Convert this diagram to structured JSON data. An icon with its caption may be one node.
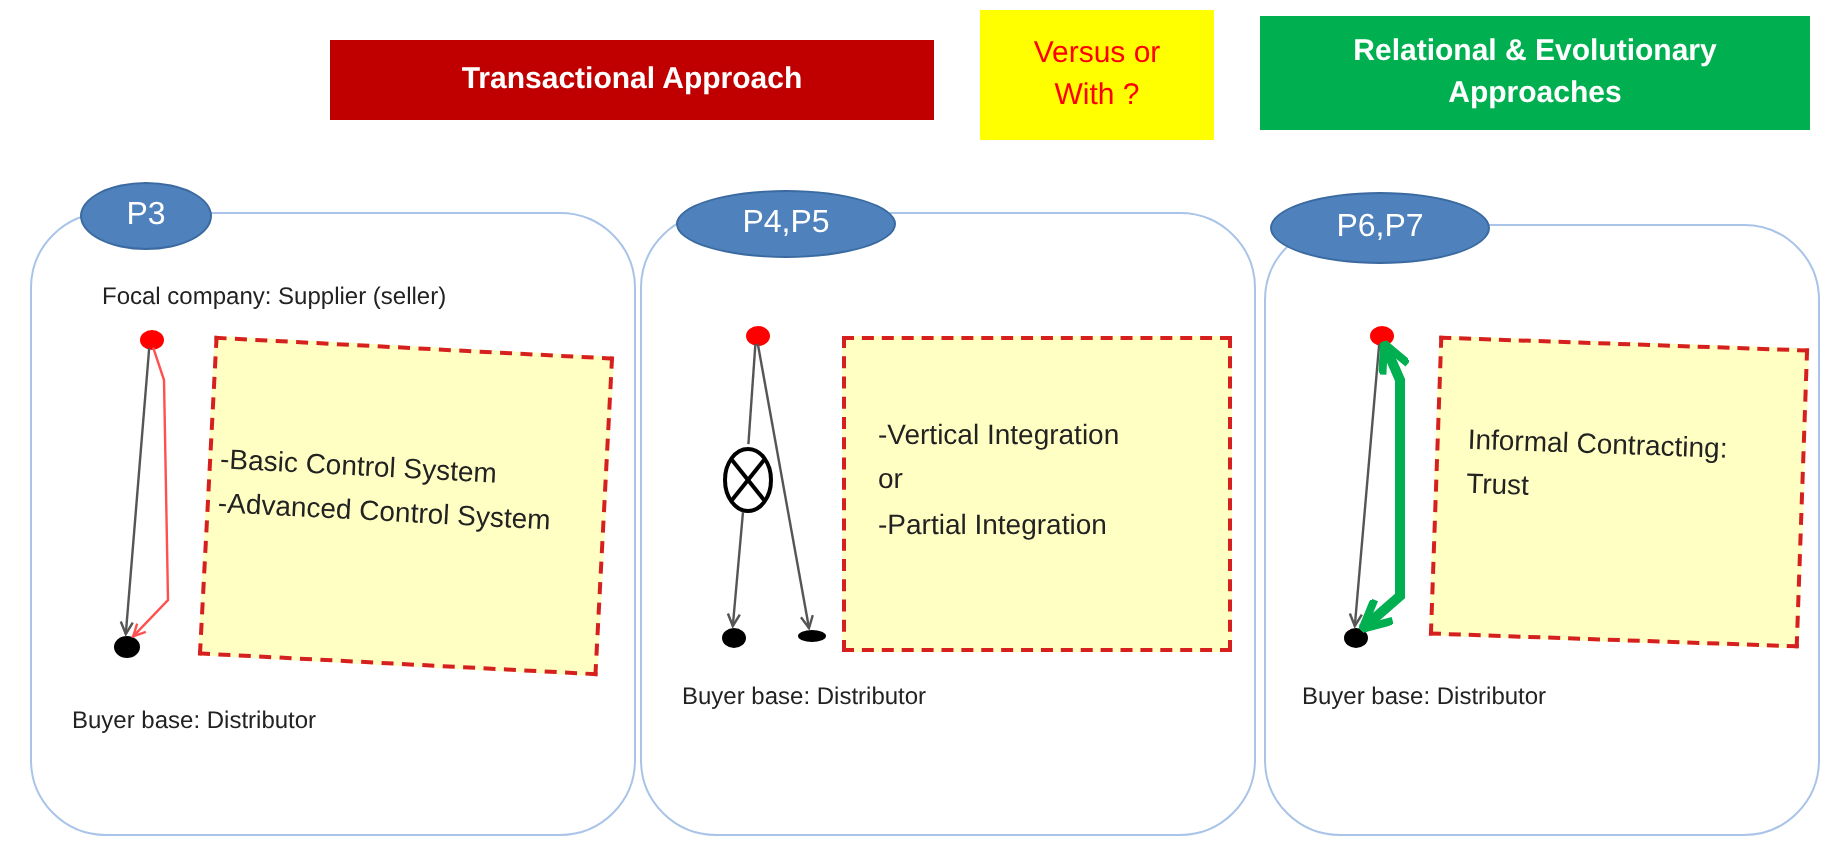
{
  "diagram": {
    "nodes": [
      {
        "text": [
          "Transactional Approach"
        ]
      },
      {
        "text": [
          "Versus or With ?"
        ]
      },
      {
        "text": [
          "Relational & Evolutionary Approaches"
        ]
      },
      {
        "text": [],
        "shape": "box"
      },
      {
        "text": [
          "P3"
        ]
      },
      {
        "text": [],
        "shape": "circle",
        "in": 3
      },
      {
        "text": [],
        "shape": "circle",
        "in": 3
      },
      {
        "text": [
          "-Basic Control System",
          "-Advanced Control System"
        ],
        "in": 3
      },
      {
        "text": [],
        "shape": "box"
      },
      {
        "text": [
          "P4,P5"
        ]
      },
      {
        "text": [],
        "shape": "circle",
        "in": 8
      },
      {
        "text": [],
        "shape": "circle",
        "in": 8
      },
      {
        "text": [],
        "shape": "circle",
        "in": 8
      },
      {
        "text": [],
        "shape": "circle",
        "in": 8
      },
      {
        "text": [
          "-Vertical Integration",
          "or",
          "-Partial Integration"
        ],
        "in": 8
      },
      {
        "text": [],
        "shape": "box"
      },
      {
        "text": [
          "P6,P7"
        ]
      },
      {
        "text": [],
        "shape": "circle",
        "in": 15
      },
      {
        "text": [],
        "shape": "circle",
        "in": 15
      },
      {
        "text": [
          "Informal Contracting: Trust"
        ],
        "in": 15
      }
    ],
    "edges": [
      {
        "from": 5,
        "to": 6,
        "arrow": "to"
      },
      {
        "from": 5,
        "to": 6,
        "arrow": "to",
        "color": "#ff5050"
      },
      {
        "from": 10,
        "to": 11,
        "arrow": "none"
      },
      {
        "from": 11,
        "to": 12,
        "arrow": "to"
      },
      {
        "from": 10,
        "to": 13,
        "arrow": "to"
      },
      {
        "from": 17,
        "to": 18,
        "arrow": "to"
      },
      {
        "from": 17,
        "to": 18,
        "arrow": "both",
        "style": "thick",
        "color": "#00b050"
      }
    ],
    "labels": [
      "Focal company: Supplier (seller)",
      "Buyer base: Distributor",
      "Buyer base: Distributor",
      "Buyer base: Distributor"
    ]
  }
}
